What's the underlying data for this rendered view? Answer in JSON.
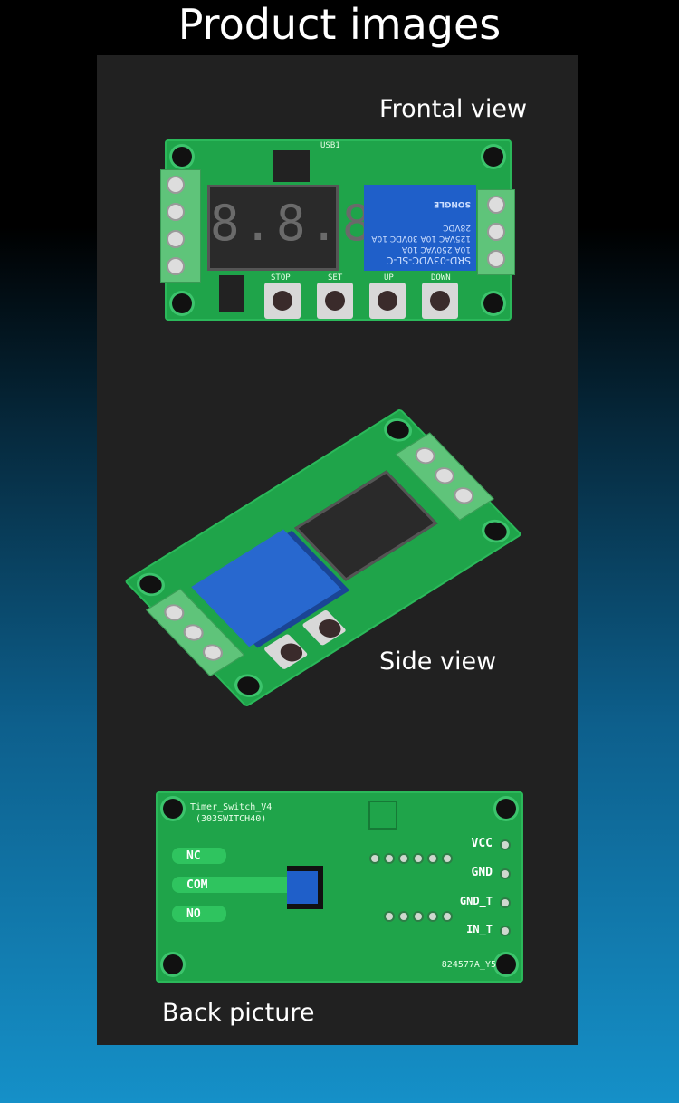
{
  "title": "Product images",
  "captions": {
    "front": "Frontal view",
    "side": "Side view",
    "back": "Back picture"
  },
  "front_board": {
    "display": "8.8.8",
    "relay_model": "SRD-03VDC-SL-C",
    "relay_rating": "10A 250VAC 10A 125VAC 10A 30VDC 10A 28VDC",
    "relay_brand": "SONGLE",
    "buttons": [
      "STOP",
      "SET",
      "UP",
      "DOWN"
    ],
    "usb_label": "USB1"
  },
  "back_board": {
    "name": "Timer_Switch_V4",
    "code": "(303SWITCH40)",
    "serial": "824577A_Y5",
    "left_terminals": [
      "NC",
      "COM",
      "NO"
    ],
    "right_terminals": [
      "VCC",
      "GND",
      "GND_T",
      "IN_T"
    ]
  }
}
